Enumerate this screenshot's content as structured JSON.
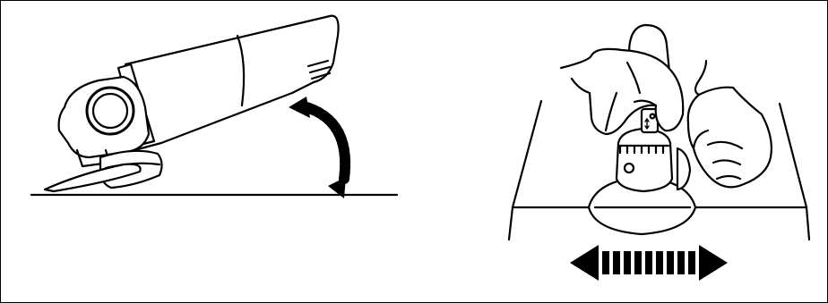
{
  "figure": {
    "left_panel": {
      "subject": "angle-grinder-side-view",
      "elements": [
        "angle-grinder",
        "grinding-disc",
        "surface-line",
        "curved-tilt-arrow"
      ]
    },
    "right_panel": {
      "subject": "angle-grinder-front-view-two-hands",
      "elements": [
        "left-hand",
        "right-hand",
        "angle-grinder",
        "grinding-disc",
        "workpiece",
        "double-headed-arrow"
      ]
    },
    "colors": {
      "line": "#000000",
      "background": "#ffffff"
    }
  }
}
